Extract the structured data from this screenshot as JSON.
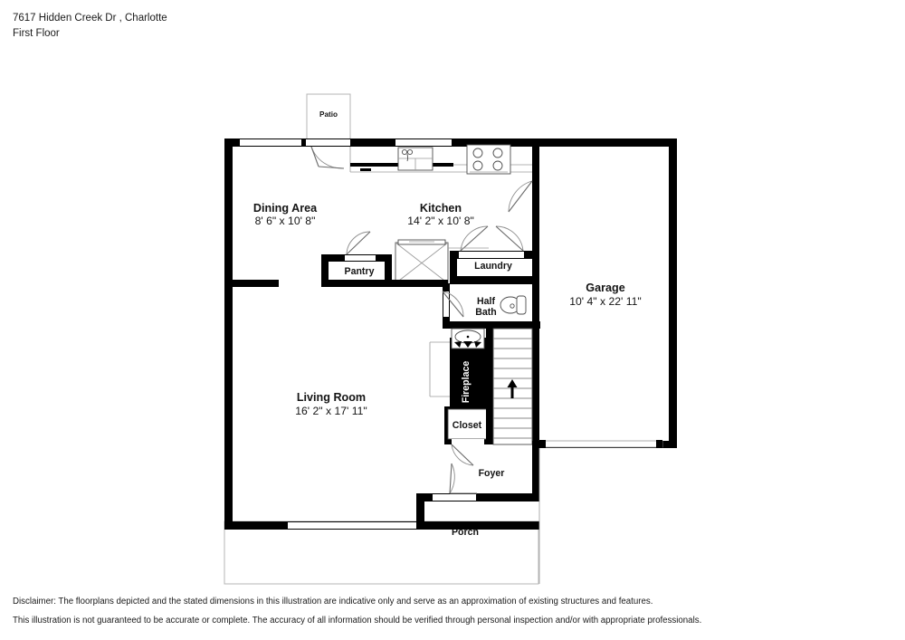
{
  "header": {
    "address": "7617 Hidden Creek Dr , Charlotte",
    "floor": "First Floor"
  },
  "footer": {
    "line1": "Disclaimer: The floorplans depicted and the stated dimensions in this illustration are indicative only and serve as an approximation of existing structures and features.",
    "line2": "This illustration is not guaranteed to be accurate or complete. The accuracy of all information should be verified through personal inspection and/or with appropriate professionals."
  },
  "rooms": [
    {
      "name": "Dining Area",
      "dimensions": "8' 6\" x 10' 8\""
    },
    {
      "name": "Kitchen",
      "dimensions": "14' 2\" x 10' 8\""
    },
    {
      "name": "Garage",
      "dimensions": "10' 4\" x 22' 11\""
    },
    {
      "name": "Living Room",
      "dimensions": "16' 2\" x 17' 11\""
    },
    {
      "name": "Laundry",
      "dimensions": ""
    },
    {
      "name": "Pantry",
      "dimensions": ""
    },
    {
      "name": "Half Bath",
      "dimensions": ""
    },
    {
      "name": "Closet",
      "dimensions": ""
    },
    {
      "name": "Foyer",
      "dimensions": ""
    },
    {
      "name": "Porch",
      "dimensions": ""
    },
    {
      "name": "Patio",
      "dimensions": ""
    },
    {
      "name": "Fireplace",
      "dimensions": ""
    }
  ],
  "labels": {
    "dining_name": "Dining Area",
    "dining_dim": "8' 6\" x 10' 8\"",
    "kitchen_name": "Kitchen",
    "kitchen_dim": "14' 2\" x 10' 8\"",
    "garage_name": "Garage",
    "garage_dim": "10' 4\" x 22' 11\"",
    "living_name": "Living Room",
    "living_dim": "16' 2\" x 17' 11\"",
    "laundry": "Laundry",
    "pantry": "Pantry",
    "halfbath_l1": "Half",
    "halfbath_l2": "Bath",
    "closet": "Closet",
    "foyer": "Foyer",
    "porch": "Porch",
    "patio": "Patio",
    "fireplace": "Fireplace"
  },
  "colors": {
    "wall": "#000000",
    "background": "#ffffff",
    "text": "#141414",
    "thin_line": "#9a9a9a",
    "fixture_stroke": "#4d4d4d"
  },
  "fixtures": {
    "sink": "kitchen-sink",
    "cooktop": "cooktop-four-burner",
    "toilet": "toilet",
    "bath_sink": "bathroom-sink",
    "stairs": "staircase-up",
    "stair_direction": "up"
  }
}
